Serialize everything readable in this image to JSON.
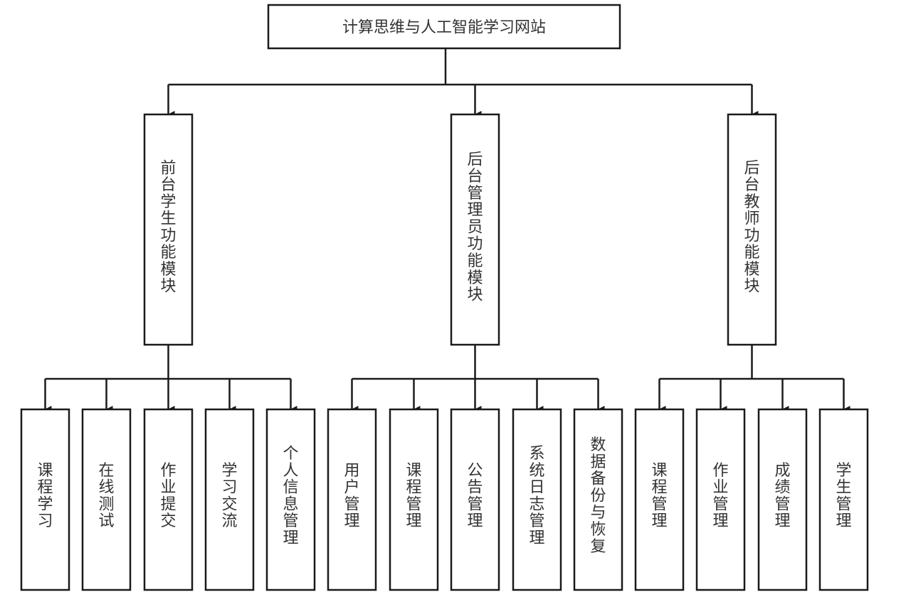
{
  "diagram": {
    "type": "hierarchy",
    "root": {
      "label": "计算思维与人工智能学习网站"
    },
    "modules": [
      {
        "label": "前台学生功能模块",
        "children": [
          "课程学习",
          "在线测试",
          "作业提交",
          "学习交流",
          "个人信息管理"
        ]
      },
      {
        "label": "后台管理员功能模块",
        "children": [
          "用户管理",
          "课程管理",
          "公告管理",
          "系统日志管理",
          "数据备份与恢复"
        ]
      },
      {
        "label": "后台教师功能模块",
        "children": [
          "课程管理",
          "作业管理",
          "成绩管理",
          "学生管理"
        ]
      }
    ],
    "colors": {
      "stroke": "#1a1a1a",
      "text": "#333333",
      "fill": "#ffffff"
    }
  }
}
